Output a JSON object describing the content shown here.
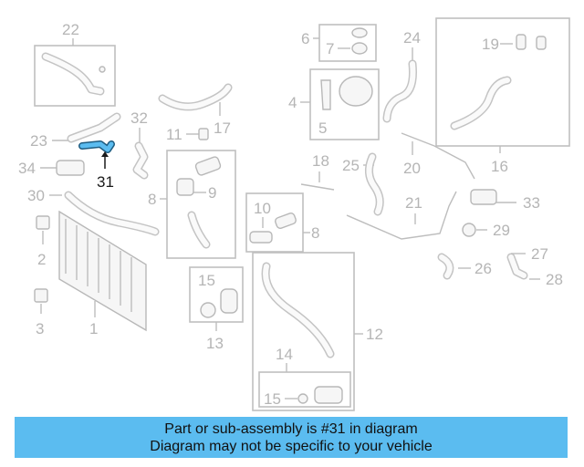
{
  "highlight_color": "#5bbcf0",
  "highlighted_part": "31",
  "callouts": {
    "n1": "1",
    "n2": "2",
    "n3": "3",
    "n4": "4",
    "n5": "5",
    "n6": "6",
    "n7": "7",
    "n8a": "8",
    "n8b": "8",
    "n9": "9",
    "n10": "10",
    "n11": "11",
    "n12": "12",
    "n13": "13",
    "n14": "14",
    "n15a": "15",
    "n15b": "15",
    "n16": "16",
    "n17": "17",
    "n18": "18",
    "n19": "19",
    "n20": "20",
    "n21": "21",
    "n22": "22",
    "n23": "23",
    "n24": "24",
    "n25": "25",
    "n26": "26",
    "n27": "27",
    "n28": "28",
    "n29": "29",
    "n30": "30",
    "n31": "31",
    "n32": "32",
    "n33": "33",
    "n34": "34"
  },
  "caption": {
    "line1": "Part or sub-assembly is #31 in diagram",
    "line2": "Diagram may not be specific to your vehicle"
  }
}
